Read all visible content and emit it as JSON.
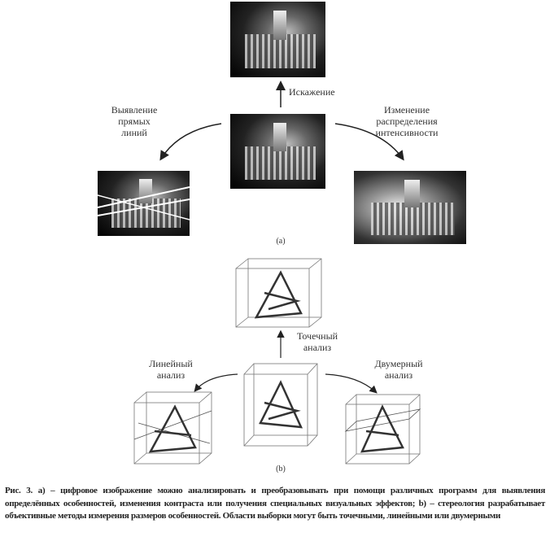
{
  "panel_a": {
    "label": "(a)",
    "top_label": "Искажение",
    "left_label": [
      "Выявление",
      "прямых",
      "линий"
    ],
    "right_label": [
      "Изменение",
      "распределения",
      "интенсивности"
    ]
  },
  "panel_b": {
    "label": "(b)",
    "top_label": [
      "Точечный",
      "анализ"
    ],
    "left_label": [
      "Линейный",
      "анализ"
    ],
    "right_label": [
      "Двумерный",
      "анализ"
    ]
  },
  "caption": "Рис. 3. а) – цифровое изображение можно анализировать и преобразовывать при помощи различных программ для выявления определённых особенностей, изменения контраста или получения специальных визуальных эффектов; b) – стереология разрабатывает объективные методы измерения размеров особенностей. Области выборки могут быть точечными, линейными или двумерными"
}
